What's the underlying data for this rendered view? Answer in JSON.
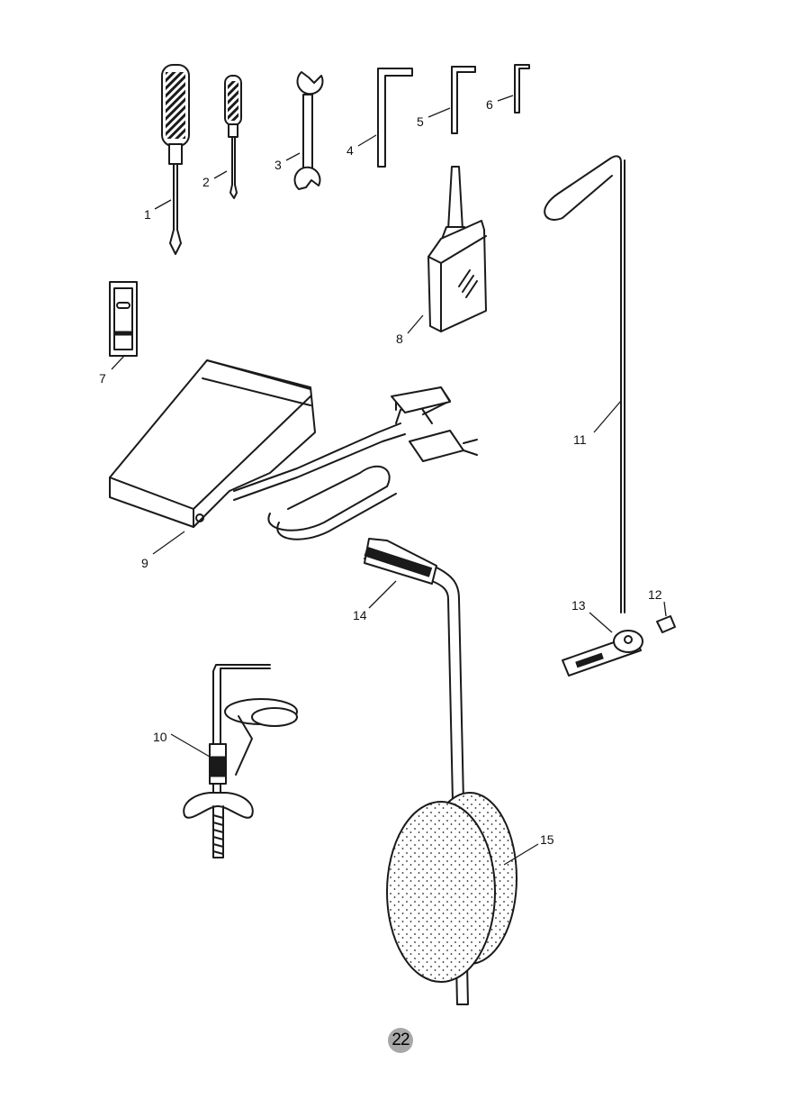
{
  "parts": [
    {
      "number": "1"
    },
    {
      "number": "2"
    },
    {
      "number": "3"
    },
    {
      "number": "4"
    },
    {
      "number": "5"
    },
    {
      "number": "6"
    },
    {
      "number": "7"
    },
    {
      "number": "8"
    },
    {
      "number": "9"
    },
    {
      "number": "10"
    },
    {
      "number": "11"
    },
    {
      "number": "12"
    },
    {
      "number": "13"
    },
    {
      "number": "14"
    },
    {
      "number": "15"
    }
  ],
  "page_number": "22"
}
